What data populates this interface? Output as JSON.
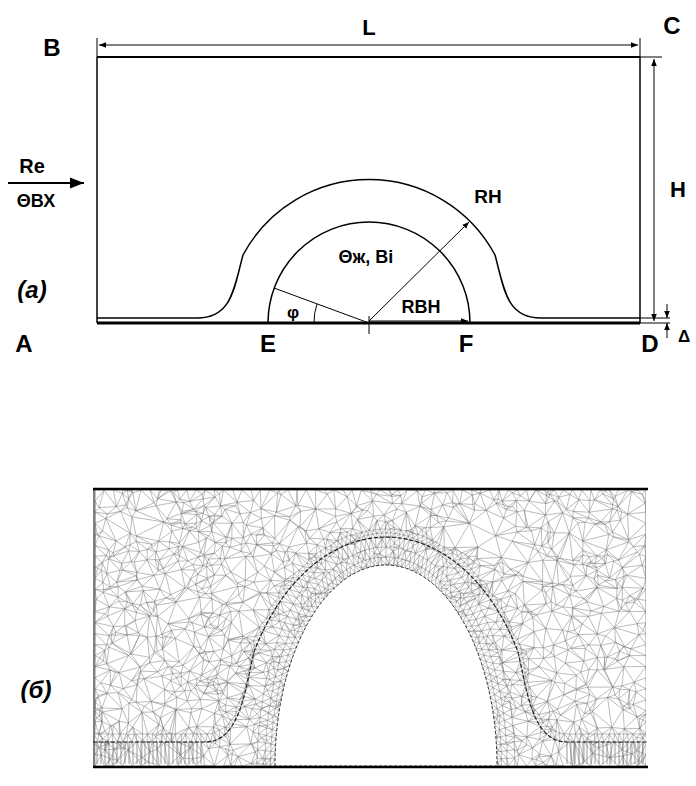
{
  "diagram": {
    "labels": [
      "L",
      "B",
      "C",
      "H",
      "Re",
      "ΘВХ",
      "RН",
      "Θж, Bi",
      "φ",
      "(а)",
      "A",
      "E",
      "RВН",
      "F",
      "D",
      "Δ",
      "(б)"
    ]
  }
}
